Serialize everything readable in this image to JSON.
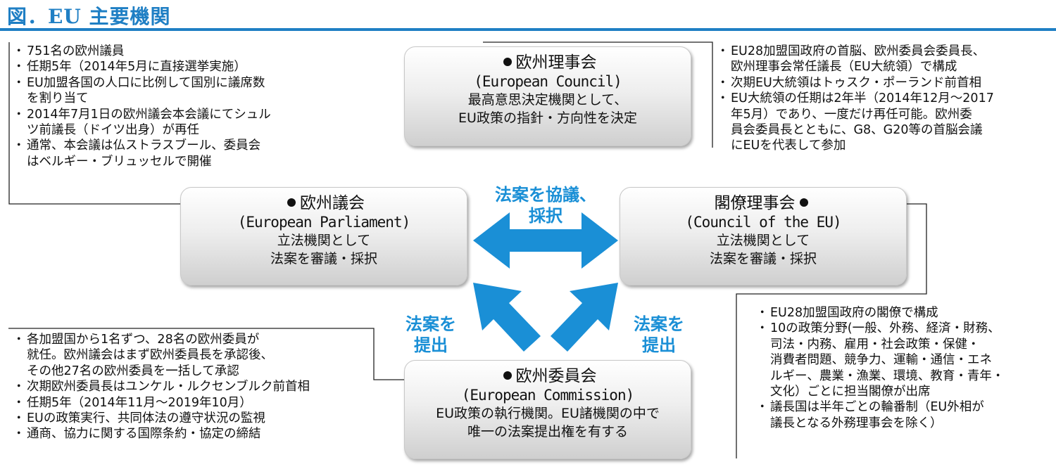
{
  "title": "図．EU 主要機関",
  "institutions": {
    "council": {
      "name": "欧州理事会",
      "en": "(European Council)",
      "desc": [
        "最高意思決定機関として、",
        "EU政策の指針・方向性を決定"
      ]
    },
    "parliament": {
      "name": "欧州議会",
      "en": "(European Parliament)",
      "desc": [
        "立法機関として",
        "法案を審議・採択"
      ]
    },
    "council_eu": {
      "name": "閣僚理事会",
      "en": "(Council of the EU)",
      "desc": [
        "立法機関として",
        "法案を審議・採択"
      ]
    },
    "commission": {
      "name": "欧州委員会",
      "en": "(European Commission)",
      "desc": [
        "EU政策の執行機関。EU諸機関の中で",
        "唯一の法案提出権を有する"
      ]
    }
  },
  "arrows": {
    "top": [
      "法案を協議、",
      "採択"
    ],
    "left": [
      "法案を",
      "提出"
    ],
    "right": [
      "法案を",
      "提出"
    ]
  },
  "notes": {
    "parliament": [
      [
        "751名の欧州議員"
      ],
      [
        "任期5年（2014年5月に直接選挙実施）"
      ],
      [
        "EU加盟各国の人口に比例して国別に議席数",
        "を割り当て"
      ],
      [
        "2014年7月1日の欧州議会本会議にてシュル",
        "ツ前議長（ドイツ出身）が再任"
      ],
      [
        "通常、本会議は仏ストラスブール、委員会",
        "はベルギー・ブリュッセルで開催"
      ]
    ],
    "council": [
      [
        "EU28加盟国政府の首脳、欧州委員会委員長、",
        "欧州理事会常任議長（EU大統領）で構成"
      ],
      [
        "次期EU大統領はトゥスク・ポーランド前首相"
      ],
      [
        "EU大統領の任期は2年半（2014年12月～2017",
        "年5月）であり、一度だけ再任可能。欧州委",
        "員会委員長とともに、G8、G20等の首脳会議",
        "にEUを代表して参加"
      ]
    ],
    "council_eu": [
      [
        "EU28加盟国政府の閣僚で構成"
      ],
      [
        "10の政策分野(一般、外務、経済・財務、",
        "司法・内務、雇用・社会政策・保健・",
        "消費者問題、競争力、運輸・通信・エネ",
        "ルギー、農業・漁業、環境、教育・青年・",
        "文化）ごとに担当閣僚が出席"
      ],
      [
        "議長国は半年ごとの輪番制（EU外相が",
        "議長となる外務理事会を除く）"
      ]
    ],
    "commission": [
      [
        "各加盟国から1名ずつ、28名の欧州委員が",
        "就任。欧州議会はまず欧州委員長を承認後、",
        "その他27名の欧州委員を一括して承認"
      ],
      [
        "次期欧州委員長はユンケル・ルクセンブルク前首相"
      ],
      [
        "任期5年（2014年11月～2019年10月）"
      ],
      [
        "EUの政策実行、共同体法の遵守状況の監視"
      ],
      [
        "通商、協力に関する国際条約・協定の締結"
      ]
    ]
  },
  "colors": {
    "accent": "#1f7fc4",
    "arrow": "#1a8fd6"
  }
}
